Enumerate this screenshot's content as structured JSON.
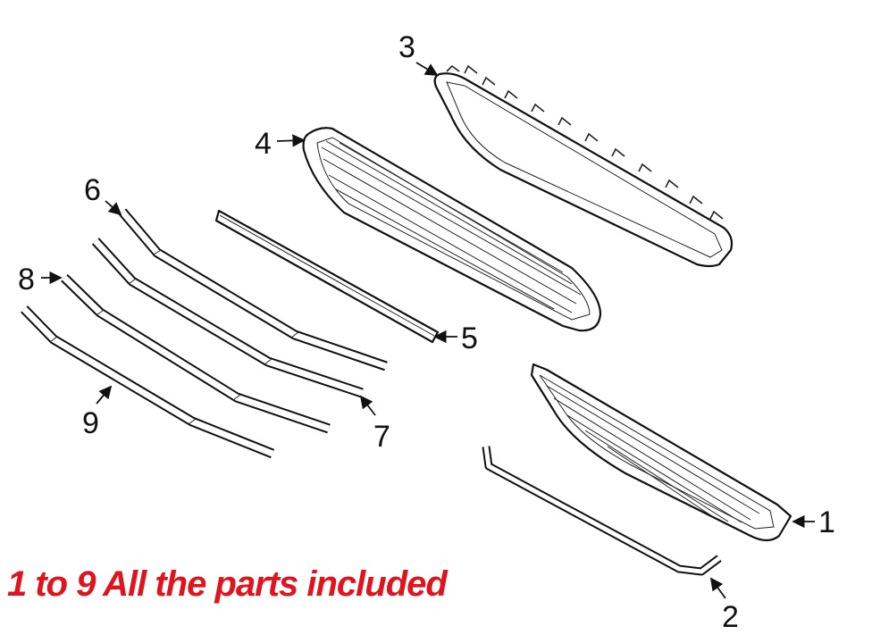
{
  "labels": {
    "p1": "1",
    "p2": "2",
    "p3": "3",
    "p4": "4",
    "p5": "5",
    "p6": "6",
    "p7": "7",
    "p8": "8",
    "p9": "9"
  },
  "caption": "1 to 9 All the parts included",
  "colors": {
    "caption": "#e0141e",
    "line": "#111111"
  }
}
